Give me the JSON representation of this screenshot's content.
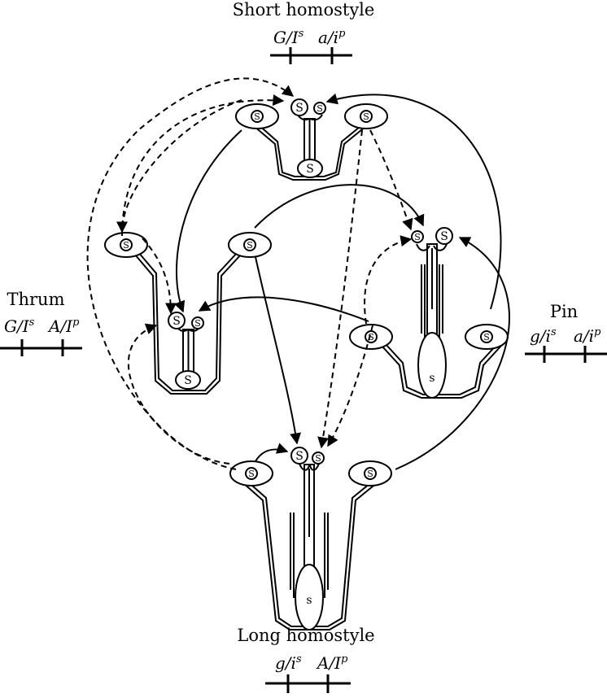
{
  "morphs": {
    "short_homostyle": {
      "name": "Short homostyle",
      "alleles": [
        {
          "base": "G/I",
          "sup": "s"
        },
        {
          "base": "a/i",
          "sup": "p"
        }
      ]
    },
    "thrum": {
      "name": "Thrum",
      "alleles": [
        {
          "base": "G/I",
          "sup": "s"
        },
        {
          "base": "A/I",
          "sup": "p"
        }
      ]
    },
    "pin": {
      "name": "Pin",
      "alleles": [
        {
          "base": "g/i",
          "sup": "s"
        },
        {
          "base": "a/i",
          "sup": "p"
        }
      ]
    },
    "long_homostyle": {
      "name": "Long homostyle",
      "alleles": [
        {
          "base": "g/i",
          "sup": "s"
        },
        {
          "base": "A/I",
          "sup": "p"
        }
      ]
    }
  },
  "symbols": {
    "big_s": "S",
    "small_s": "s"
  }
}
